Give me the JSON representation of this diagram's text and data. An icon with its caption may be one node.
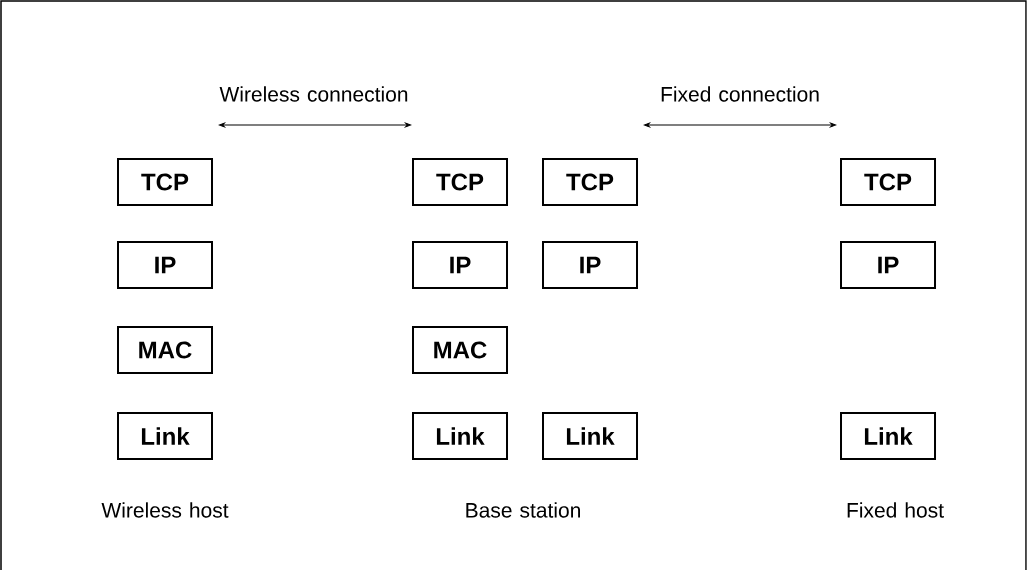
{
  "diagram": {
    "nodes": [
      {
        "text": [
          "TCP"
        ]
      },
      {
        "text": [
          "IP"
        ]
      },
      {
        "text": [
          "MAC"
        ]
      },
      {
        "text": [
          "Link"
        ]
      },
      {
        "text": [
          "TCP"
        ]
      },
      {
        "text": [
          "IP"
        ]
      },
      {
        "text": [
          "MAC"
        ]
      },
      {
        "text": [
          "Link"
        ]
      },
      {
        "text": [
          "TCP"
        ]
      },
      {
        "text": [
          "IP"
        ]
      },
      {
        "text": [
          "Link"
        ]
      },
      {
        "text": [
          "TCP"
        ]
      },
      {
        "text": [
          "IP"
        ]
      },
      {
        "text": [
          "Link"
        ]
      }
    ],
    "labels": [
      "Wireless connection",
      "Fixed connection",
      "Wireless host",
      "Base station",
      "Fixed host"
    ]
  }
}
